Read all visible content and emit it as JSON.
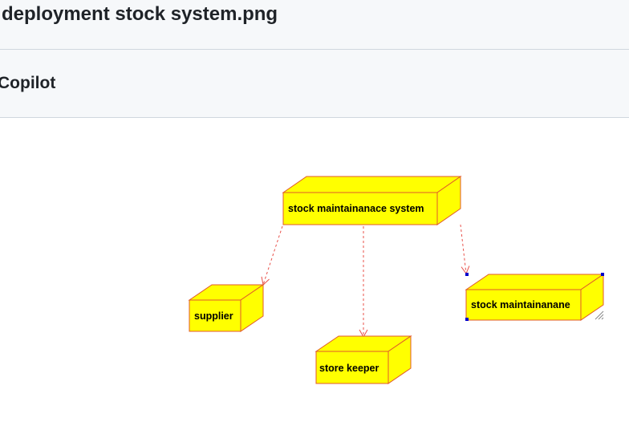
{
  "header": {
    "file_title": "deployment stock system.png"
  },
  "copilot": {
    "label": "Copilot"
  },
  "diagram": {
    "nodes": {
      "system": "stock maintainanace system",
      "supplier": "supplier",
      "keeper": "store keeper",
      "maint": "stock maintainanane"
    },
    "colors": {
      "node_fill": "#ffff00",
      "node_stroke": "#e05a2a",
      "arrow": "#e8504a",
      "handle": "#0000cc"
    }
  }
}
